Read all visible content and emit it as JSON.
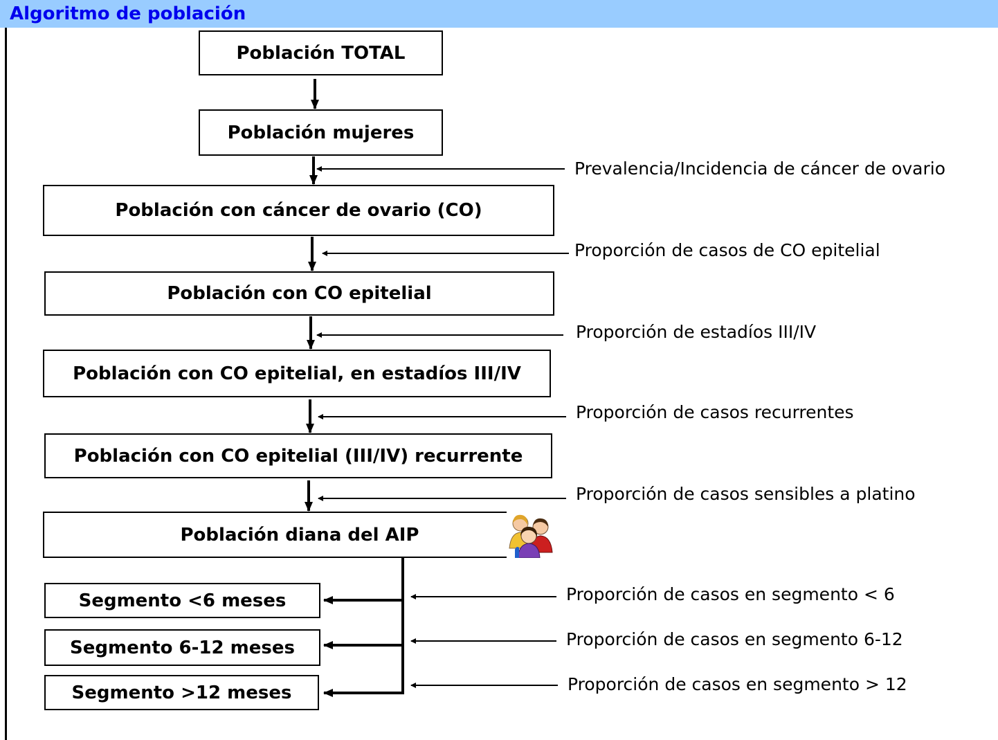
{
  "header": {
    "title": "Algoritmo de población"
  },
  "boxes": {
    "total": "Población TOTAL",
    "mujeres": "Población mujeres",
    "cancer_ovario": "Población con cáncer de ovario (CO)",
    "co_epitelial": "Población con CO epitelial",
    "co_estadios": "Población con CO epitelial, en estadíos III/IV",
    "co_recurrente": "Población con CO epitelial (III/IV) recurrente",
    "diana_aip": "Población diana del AIP",
    "seg_lt6": "Segmento <6 meses",
    "seg_6_12": "Segmento 6-12 meses",
    "seg_gt12": "Segmento >12 meses"
  },
  "side_labels": {
    "prevalencia": "Prevalencia/Incidencia de cáncer de ovario",
    "prop_epitelial": "Proporción de casos de CO epitelial",
    "prop_estadios": "Proporción de estadíos III/IV",
    "prop_recurrentes": "Proporción de casos recurrentes",
    "prop_platino": "Proporción de casos sensibles a platino",
    "prop_seg_lt6": "Proporción de casos en segmento < 6",
    "prop_seg_6_12": "Proporción de casos en segmento 6-12",
    "prop_seg_gt12": "Proporción de casos en segmento > 12"
  },
  "icons": {
    "group": "people-group-icon"
  },
  "colors": {
    "header_bg": "#99ccff",
    "header_text": "#0000ee"
  }
}
